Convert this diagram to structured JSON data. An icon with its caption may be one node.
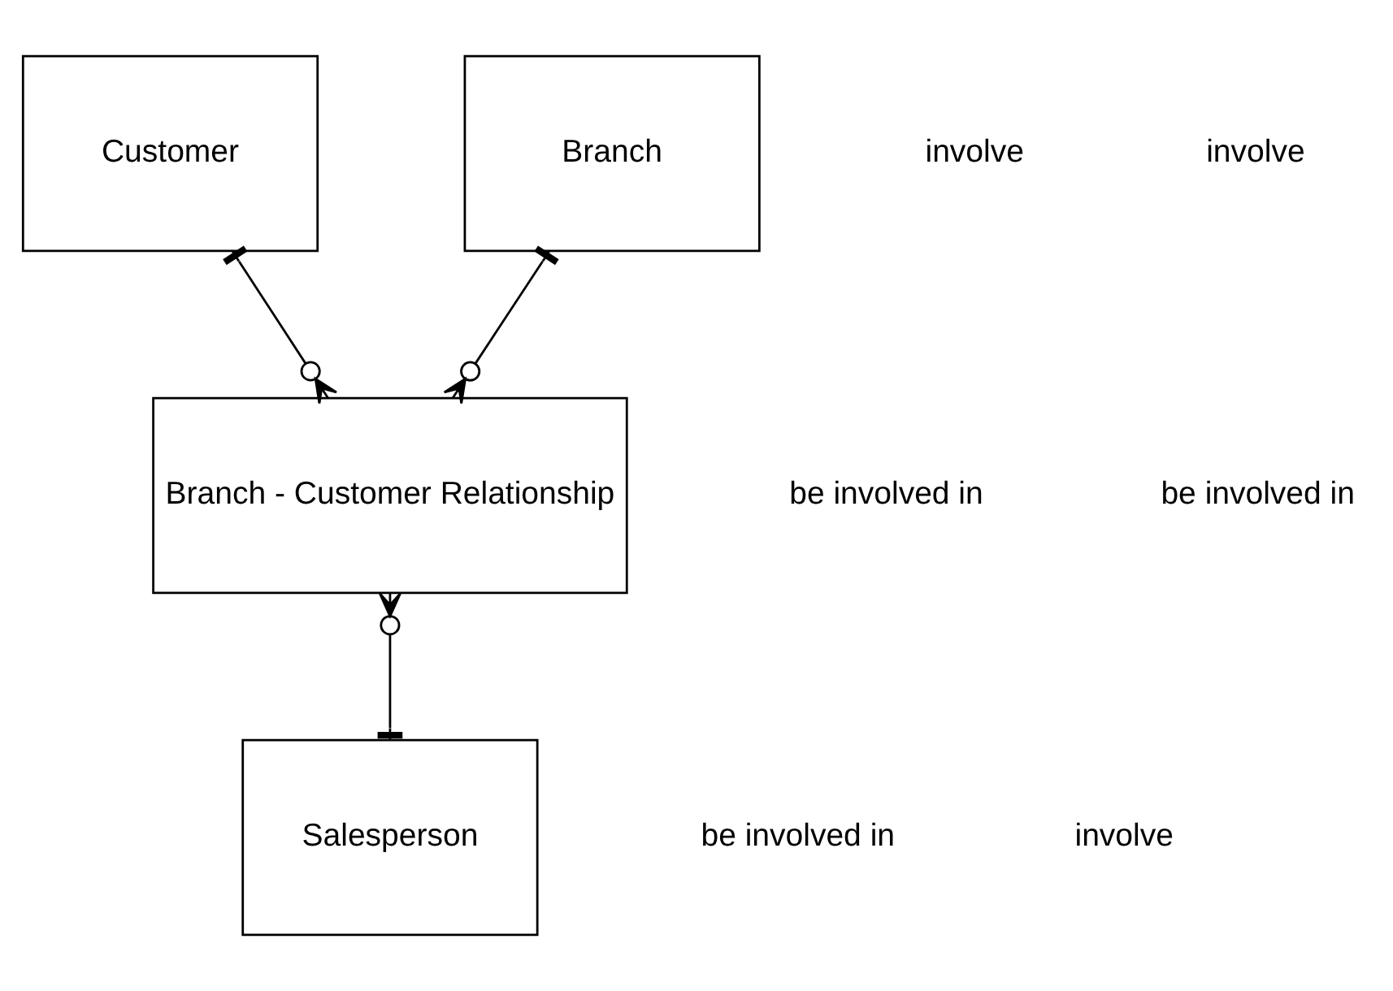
{
  "diagram": {
    "nodes": [
      {
        "text": [
          "Customer"
        ]
      },
      {
        "text": [
          "Branch"
        ]
      },
      {
        "text": [
          "Branch - Customer Relationship"
        ]
      },
      {
        "text": [
          "Salesperson"
        ]
      }
    ],
    "edges": [
      {
        "from": 0,
        "to": 2,
        "arrow": "other"
      },
      {
        "from": 1,
        "to": 2,
        "arrow": "other"
      },
      {
        "from": 3,
        "to": 2,
        "arrow": "other"
      }
    ],
    "labels": [
      "involve",
      "involve",
      "be involved in",
      "be involved in",
      "be involved in",
      "involve"
    ]
  }
}
